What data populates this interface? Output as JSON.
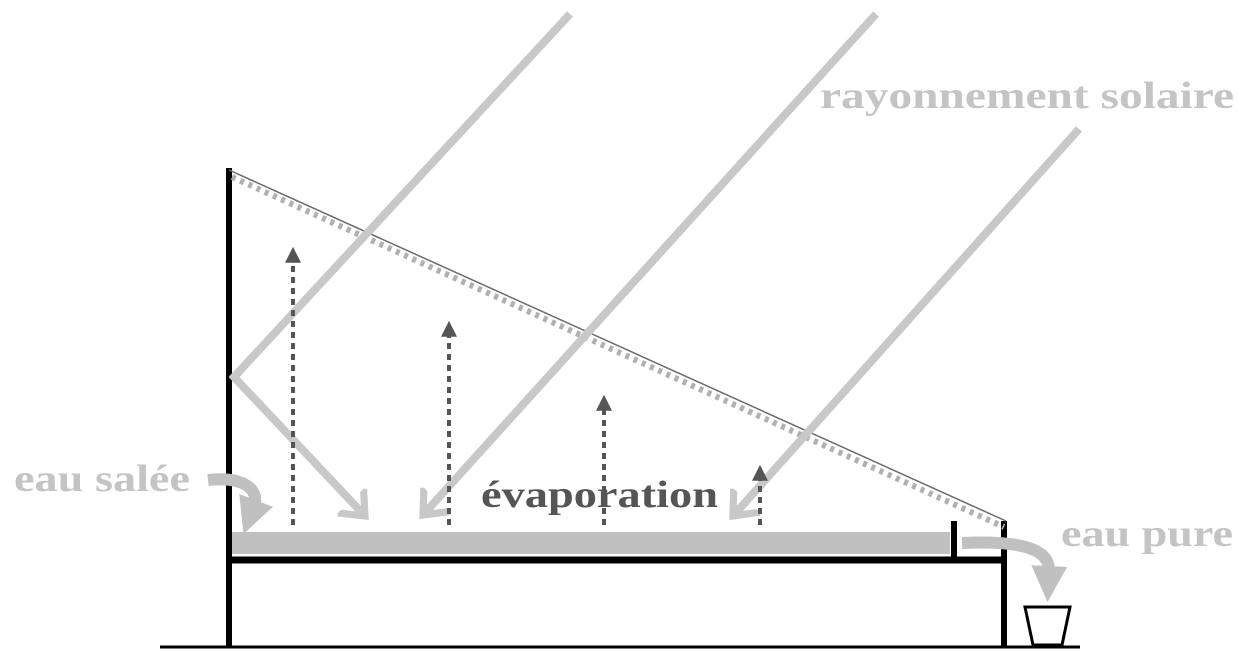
{
  "labels": {
    "solar_radiation": "rayonnement solaire",
    "salt_water": "eau salée",
    "evaporation": "évaporation",
    "pure_water": "eau pure"
  },
  "colors": {
    "structure": "#000000",
    "light_arrows": "#c8c8c8",
    "light_text": "#c4c4c4",
    "vapor_arrows": "#555555",
    "evaporation_text": "#555555",
    "water_layer": "#c0c0c0",
    "condensation": "#b0b0b0"
  }
}
